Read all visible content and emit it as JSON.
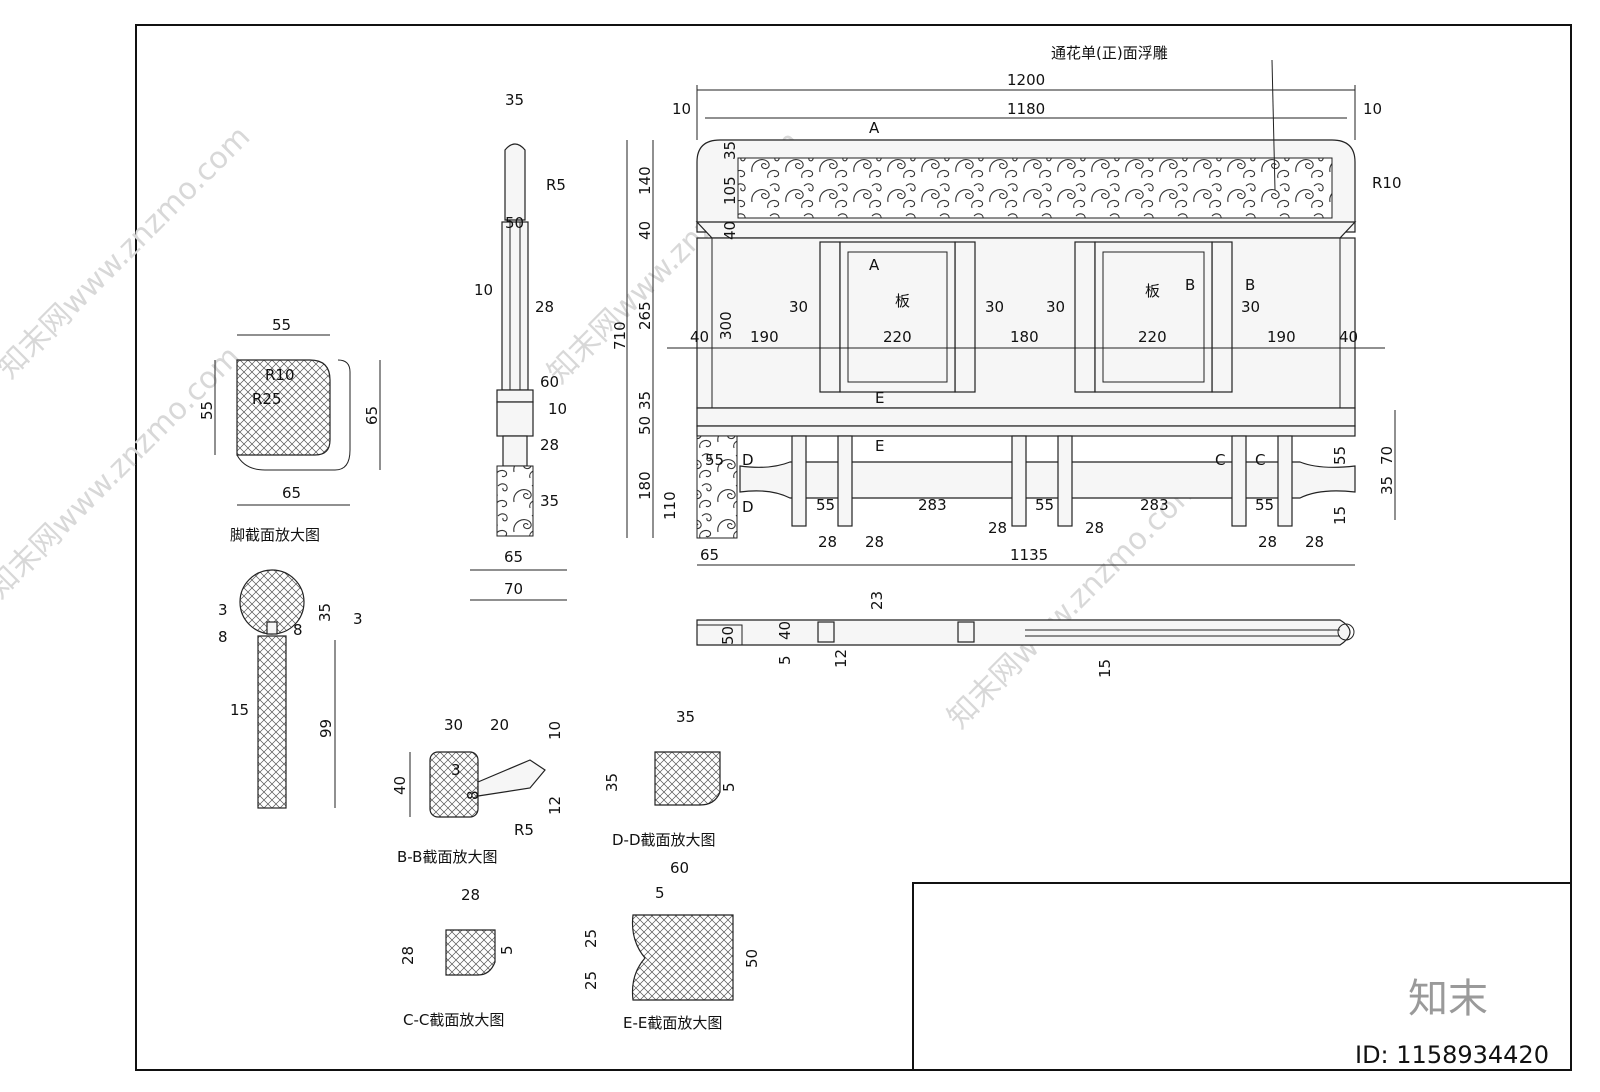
{
  "title_note": "通花单(正)面浮雕",
  "front": {
    "dims_top": [
      "1200",
      "1180",
      "10",
      "10"
    ],
    "dims_left": [
      "710",
      "140",
      "40",
      "265",
      "35",
      "50",
      "180",
      "35",
      "105",
      "40",
      "300",
      "110"
    ],
    "dims_row": [
      "40",
      "190",
      "220",
      "180",
      "220",
      "190",
      "40"
    ],
    "dims_thirty": [
      "30",
      "30",
      "30",
      "30"
    ],
    "radius": "R10",
    "section_marks": [
      "A",
      "A",
      "B",
      "B",
      "C",
      "C",
      "D",
      "D",
      "E",
      "E"
    ],
    "panel_label": "板",
    "dims_bottom": [
      "55",
      "283",
      "55",
      "283",
      "55",
      "28",
      "28",
      "28",
      "28",
      "28",
      "28",
      "65",
      "1135",
      "55",
      "55",
      "70",
      "35",
      "15"
    ]
  },
  "side": {
    "dims": [
      "35",
      "R5",
      "50",
      "10",
      "28",
      "60",
      "10",
      "28",
      "35",
      "65",
      "70"
    ]
  },
  "plan": {
    "dims": [
      "50",
      "40",
      "5",
      "12",
      "23",
      "15"
    ]
  },
  "foot_section": {
    "title": "脚截面放大图",
    "dims": [
      "55",
      "55",
      "65",
      "65",
      "R10",
      "R25"
    ]
  },
  "rail_section": {
    "dims": [
      "3",
      "8",
      "35",
      "8",
      "3",
      "15",
      "99"
    ]
  },
  "bb_section": {
    "title": "B-B截面放大图",
    "dims": [
      "30",
      "20",
      "10",
      "40",
      "3",
      "8",
      "12",
      "R5"
    ]
  },
  "dd_section": {
    "title": "D-D截面放大图",
    "dims": [
      "35",
      "35",
      "5"
    ]
  },
  "cc_section": {
    "title": "C-C截面放大图",
    "dims": [
      "28",
      "28",
      "5"
    ]
  },
  "ee_section": {
    "title": "E-E截面放大图",
    "dims": [
      "60",
      "5",
      "25",
      "25",
      "50"
    ]
  },
  "brand": {
    "logo": "知末",
    "id": "ID: 1158934420",
    "watermark": "知末网www.znzmo.com"
  }
}
